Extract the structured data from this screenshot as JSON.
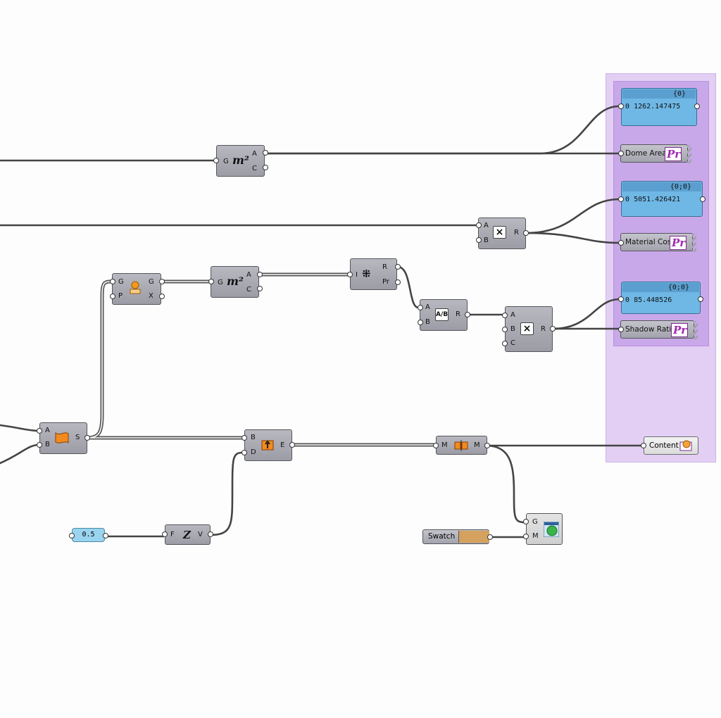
{
  "nodes": {
    "area1": {
      "inputs": [
        "G"
      ],
      "outputs": [
        "A",
        "C"
      ],
      "symbol": "m²"
    },
    "multiply1": {
      "inputs": [
        "A",
        "B"
      ],
      "outputs": [
        "R"
      ],
      "symbol": "×"
    },
    "closest_point": {
      "inputs": [
        "G",
        "P"
      ],
      "outputs": [
        "G",
        "X"
      ]
    },
    "area2": {
      "inputs": [
        "G"
      ],
      "outputs": [
        "A",
        "C"
      ],
      "symbol": "m²"
    },
    "random": {
      "inputs": [
        "I"
      ],
      "outputs": [
        "R",
        "Pr"
      ]
    },
    "division": {
      "inputs": [
        "A",
        "B"
      ],
      "outputs": [
        "R"
      ],
      "symbol": "A/B"
    },
    "multiply2": {
      "inputs": [
        "A",
        "B",
        "C"
      ],
      "outputs": [
        "R"
      ],
      "symbol": "×"
    },
    "loft": {
      "inputs": [
        "A",
        "B"
      ],
      "outputs": [
        "S"
      ]
    },
    "extrude": {
      "inputs": [
        "B",
        "D"
      ],
      "outputs": [
        "E"
      ]
    },
    "unit_z": {
      "inputs": [
        "F"
      ],
      "outputs": [
        "V"
      ],
      "symbol": "Z"
    },
    "merge": {
      "inputs": [
        "M"
      ],
      "outputs": [
        "M"
      ]
    },
    "preview": {
      "inputs": [
        "G",
        "M"
      ]
    }
  },
  "panels": {
    "dome_area": {
      "header": "{0}",
      "index": "0",
      "value": "1262.147475"
    },
    "material_cost": {
      "header": "{0;0}",
      "index": "0",
      "value": "5051.426421"
    },
    "shadow_ratio": {
      "header": "{0;0}",
      "index": "0",
      "value": "85.448526"
    }
  },
  "relays": {
    "dome_area": "Dome Area",
    "material_cost": "Material Cost",
    "shadow_ratio": "Shadow Ratio",
    "content": "Content",
    "badge": "Pr"
  },
  "slider": {
    "value": "0.5"
  },
  "swatch": {
    "label": "Swatch",
    "color": "#d4a25e"
  },
  "colors": {
    "group_outer": "#e3cff3",
    "group_inner": "#c9a8ea",
    "panel": "#6fb8e6",
    "component": "#a8a8b2"
  }
}
